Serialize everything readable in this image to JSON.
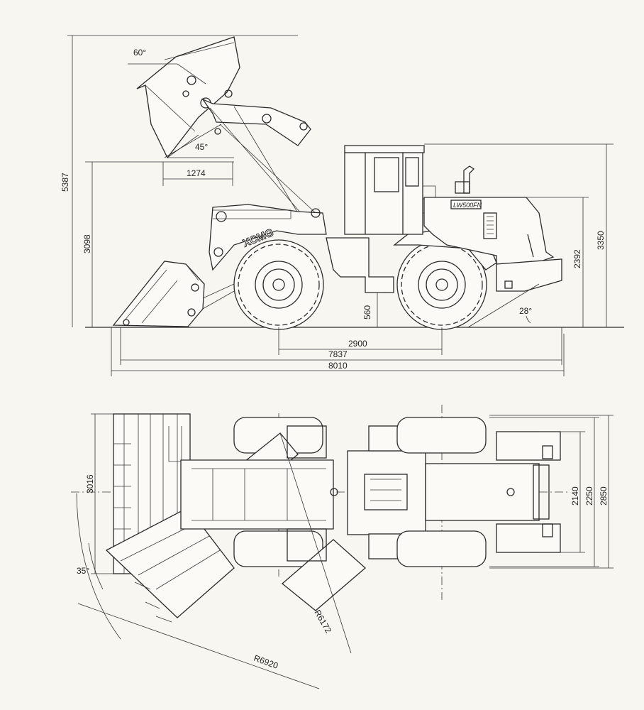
{
  "side_view": {
    "angle_dump": "60°",
    "angle_bucket": "45°",
    "angle_departure": "28°",
    "reach": "1274",
    "total_height": "5387",
    "dump_height": "3098",
    "cab_height": "3350",
    "hood_height": "2392",
    "ground_clearance": "560",
    "wheelbase": "2900",
    "length_no_bucket": "7837",
    "overall_length": "8010",
    "brand": "XCMG",
    "model_plate": "LW500FN"
  },
  "top_view": {
    "bucket_width": "3016",
    "track_width": "2140",
    "tire_width": "2250",
    "overall_width": "2850",
    "steer_angle": "35°",
    "radius_outer_tire": "R6172",
    "radius_bucket": "R6920"
  }
}
